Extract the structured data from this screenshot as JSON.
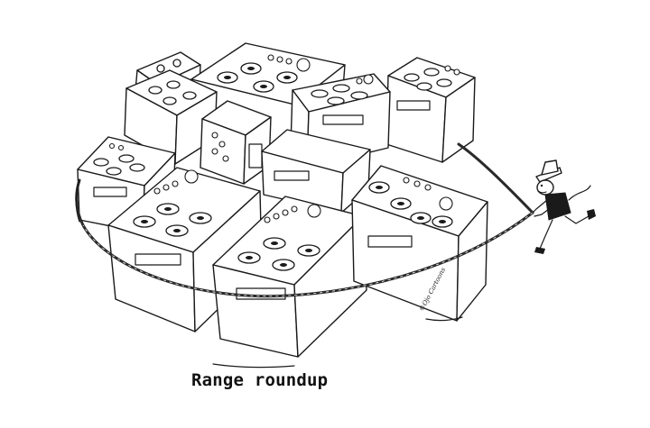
{
  "caption": "Range roundup",
  "signature": "©Ojo Cartoons",
  "illustration": {
    "subject": "stoves-corralled-by-cowboy-with-rope",
    "ink_color": "#1a1a1a",
    "paper_color": "#ffffff"
  }
}
